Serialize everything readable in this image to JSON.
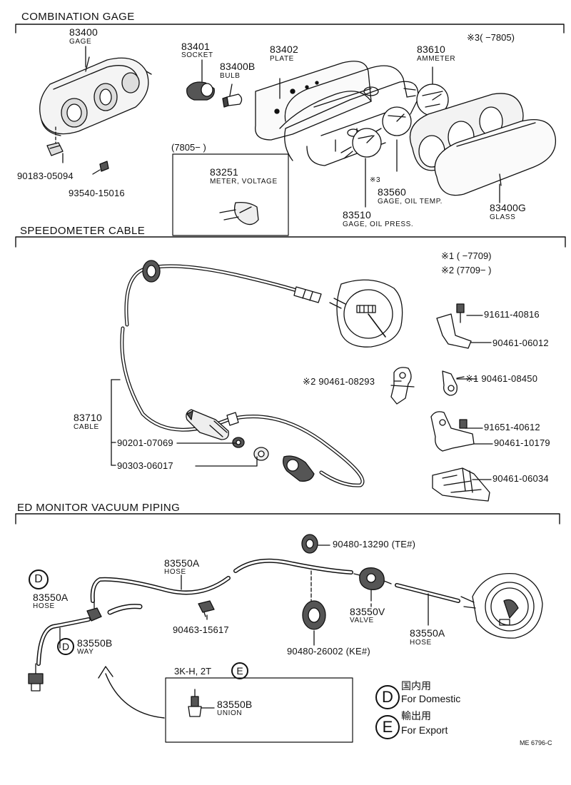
{
  "sections": {
    "combination_gage": "COMBINATION GAGE",
    "speedometer_cable": "SPEEDOMETER CABLE",
    "ed_monitor": "ED MONITOR VACUUM PIPING"
  },
  "combination_gage": {
    "p83400": {
      "num": "83400",
      "cap": "GAGE"
    },
    "p83401": {
      "num": "83401",
      "cap": "SOCKET"
    },
    "p83400b": {
      "num": "83400B",
      "cap": "BULB"
    },
    "p83402": {
      "num": "83402",
      "cap": "PLATE"
    },
    "p83610": {
      "num": "83610",
      "cap": "AMMETER"
    },
    "note3": "※3(      −7805)",
    "date_box": "(7805−        )",
    "p83251": {
      "num": "83251",
      "cap": "METER, VOLTAGE"
    },
    "p90183": "90183-05094",
    "p93540": "93540-15016",
    "p83560": {
      "mark": "※3",
      "num": "83560",
      "cap": "GAGE, OIL TEMP."
    },
    "p83510": {
      "num": "83510",
      "cap": "GAGE, OIL PRESS."
    },
    "p83400g": {
      "num": "83400G",
      "cap": "GLASS"
    }
  },
  "speedometer": {
    "note1": "※1 (        −7709)",
    "note2": "※2 (7709−        )",
    "p91611": "91611-40816",
    "p90461_06012": "90461-06012",
    "p90461_08293": "※2 90461-08293",
    "p90461_08450": "※1 90461-08450",
    "p83710": {
      "num": "83710",
      "cap": "CABLE"
    },
    "p90201": "90201-07069",
    "p90303": "90303-06017",
    "p91651": "91651-40612",
    "p90461_10179": "90461-10179",
    "p90461_06034": "90461-06034"
  },
  "ed_monitor": {
    "p90480_13290": "90480-13290 (TE#)",
    "p83550a_top": {
      "num": "83550A",
      "cap": "HOSE"
    },
    "p83550a_left": {
      "num": "83550A",
      "cap": "HOSE"
    },
    "p83550b": {
      "num": "83550B",
      "cap": "WAY"
    },
    "p90463": "90463-15617",
    "p90480_26002": "90480-26002 (KE#)",
    "p83550v": {
      "num": "83550V",
      "cap": "VALVE"
    },
    "p83550a_right": {
      "num": "83550A",
      "cap": "HOSE"
    },
    "export_box_title": "3K-H, 2T",
    "p83550b_union": {
      "num": "83550B",
      "cap": "UNION"
    },
    "marker_d": "D",
    "marker_e": "E"
  },
  "legend": {
    "d_letter": "D",
    "d_jp": "国内用",
    "d_en": "For Domestic",
    "e_letter": "E",
    "e_jp": "輸出用",
    "e_en": "For Export"
  },
  "footer_code": "ME 6796-C"
}
